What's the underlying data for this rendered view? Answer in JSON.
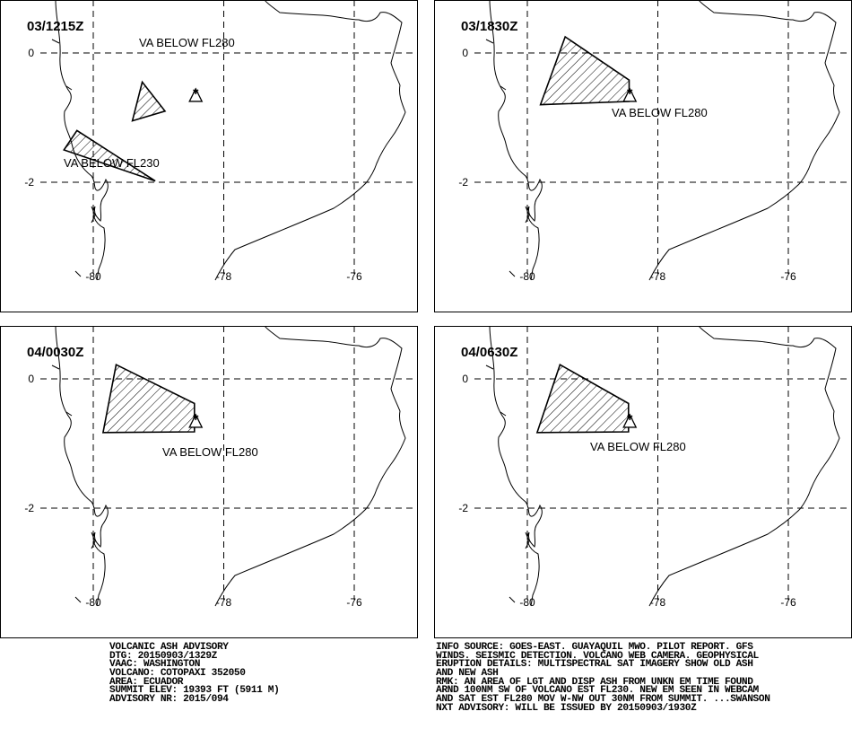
{
  "panels": [
    {
      "time": "03/1215Z",
      "ash_areas": [
        {
          "label": "VA BELOW FL280",
          "polygon": [
            [
              -79.25,
              -0.45
            ],
            [
              -78.9,
              -0.9
            ],
            [
              -79.4,
              -1.05
            ]
          ]
        },
        {
          "label": "VA BELOW FL230",
          "polygon": [
            [
              -80.45,
              -1.5
            ],
            [
              -80.25,
              -1.2
            ],
            [
              -79.05,
              -1.98
            ]
          ]
        }
      ]
    },
    {
      "time": "03/1830Z",
      "ash_areas": [
        {
          "label": "VA BELOW FL280",
          "polygon": [
            [
              -79.42,
              0.25
            ],
            [
              -78.44,
              -0.42
            ],
            [
              -78.44,
              -0.75
            ],
            [
              -79.8,
              -0.8
            ]
          ]
        }
      ]
    },
    {
      "time": "04/0030Z",
      "ash_areas": [
        {
          "label": "VA BELOW FL280",
          "polygon": [
            [
              -79.65,
              0.22
            ],
            [
              -78.45,
              -0.38
            ],
            [
              -78.45,
              -0.82
            ],
            [
              -79.85,
              -0.83
            ]
          ]
        }
      ]
    },
    {
      "time": "04/0630Z",
      "ash_areas": [
        {
          "label": "VA BELOW FL280",
          "polygon": [
            [
              -79.5,
              0.22
            ],
            [
              -78.45,
              -0.38
            ],
            [
              -78.45,
              -0.82
            ],
            [
              -79.85,
              -0.83
            ]
          ]
        }
      ]
    }
  ],
  "map": {
    "lat_ticks": [
      "0",
      "-2"
    ],
    "lon_ticks": [
      "-80",
      "-78",
      "-76"
    ],
    "volcano": "COTOPAXI"
  },
  "advisory_left": [
    "VOLCANIC ASH ADVISORY",
    "DTG: 20150903/1329Z",
    "VAAC: WASHINGTON",
    "VOLCANO: COTOPAXI 352050",
    "AREA: ECUADOR",
    "SUMMIT ELEV: 19393 FT (5911 M)",
    "ADVISORY NR: 2015/094"
  ],
  "advisory_right": [
    "INFO SOURCE: GOES-EAST. GUAYAQUIL MWO. PILOT REPORT. GFS",
    "WINDS. SEISMIC DETECTION. VOLCANO WEB CAMERA. GEOPHYSICAL",
    "ERUPTION DETAILS: MULTISPECTRAL SAT IMAGERY SHOW OLD ASH",
    "AND NEW ASH",
    "RMK: AN AREA OF LGT AND DISP ASH FROM UNKN EM TIME FOUND",
    "ARND 100NM SW OF VOLCANO EST FL230. NEW EM SEEN IN WEBCAM",
    "AND SAT EST FL280 MOV W-NW OUT 30NM FROM SUMMIT. ...SWANSON",
    "NXT ADVISORY: WILL BE ISSUED BY 20150903/1930Z"
  ]
}
